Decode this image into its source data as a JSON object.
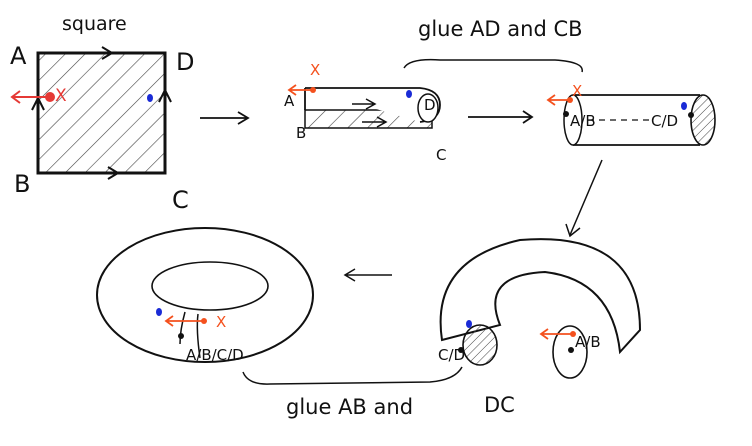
{
  "labels": {
    "square_title": "square",
    "corner_a": "A",
    "corner_b": "B",
    "corner_c": "C",
    "corner_d": "D",
    "x_mark": "X",
    "glue_first": "glue  AD  and  CB",
    "cyl_left_a": "A",
    "cyl_left_b": "B",
    "cyl_left_c": "C",
    "cyl_left_d": "D",
    "tube_left_end": "A/B",
    "tube_right_end": "C/D",
    "torus_left_end": "C/D",
    "torus_right_end": "A/B",
    "final_label": "A/B/C/D",
    "glue_second": "glue  AB  and",
    "glue_second_dc": "DC"
  },
  "colors": {
    "ink": "#111111",
    "red_dot": "#e53935",
    "orange_arrow": "#f4511e",
    "blue_dot": "#1a2bd6",
    "hatch": "#444444"
  }
}
